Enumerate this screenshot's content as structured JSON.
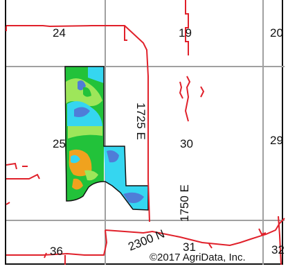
{
  "map": {
    "section_labels": [
      "24",
      "19",
      "20",
      "25",
      "30",
      "29",
      "36",
      "31",
      "32"
    ],
    "road_labels": [
      "1725 E",
      "1750 E",
      "2300 N"
    ],
    "copyright": "©2017 AgriData, Inc.",
    "colors": {
      "grid_line": "#a0a0a0",
      "road": "#e0202a",
      "boundary": "#111111",
      "zone_green": "#22c23a",
      "zone_light_green": "#9ee65a",
      "zone_cyan": "#35d6f0",
      "zone_blue": "#4f7dd8",
      "zone_orange": "#f0a21e"
    }
  }
}
